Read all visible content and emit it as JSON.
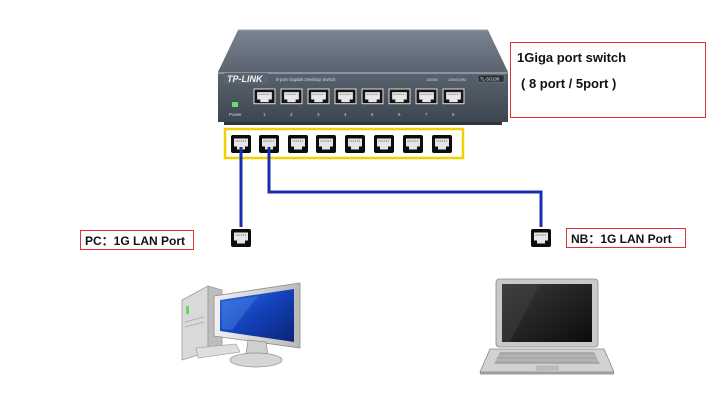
{
  "switch": {
    "brand": "TP-LINK",
    "model_strip": "8-port Gigabit Desktop Switch",
    "model_badge": "TL-SG108",
    "power_label": "Power",
    "port_numbers": [
      "1",
      "2",
      "3",
      "4",
      "5",
      "6",
      "7",
      "8"
    ],
    "speed_labels": [
      "1000M",
      "10M/100M"
    ]
  },
  "callouts": {
    "switch_title": "1Giga port switch",
    "switch_ports": "( 8 port / 5port )",
    "pc_label": "PC：1G LAN Port",
    "nb_label": "NB：1G LAN Port"
  },
  "colors": {
    "highlight_box": "#f1d100",
    "cable": "#1a2fb0",
    "callout_border": "#e03030",
    "switch_body": "#4e5866"
  },
  "icons": [
    "rj45-port-icon",
    "desktop-pc-icon",
    "laptop-icon"
  ]
}
